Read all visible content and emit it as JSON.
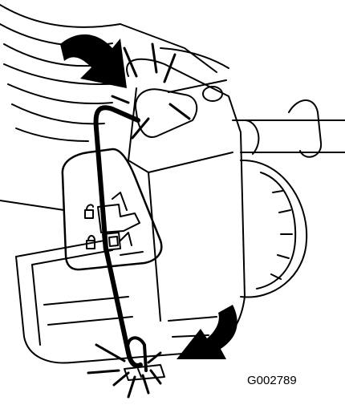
{
  "figure": {
    "code": "G002789",
    "line_color": "#000000",
    "background": "#ffffff",
    "arrows": [
      "arrow-top-left",
      "arrow-bottom-right"
    ],
    "decal_icons": [
      "unlock-icon",
      "lock-icon"
    ]
  }
}
